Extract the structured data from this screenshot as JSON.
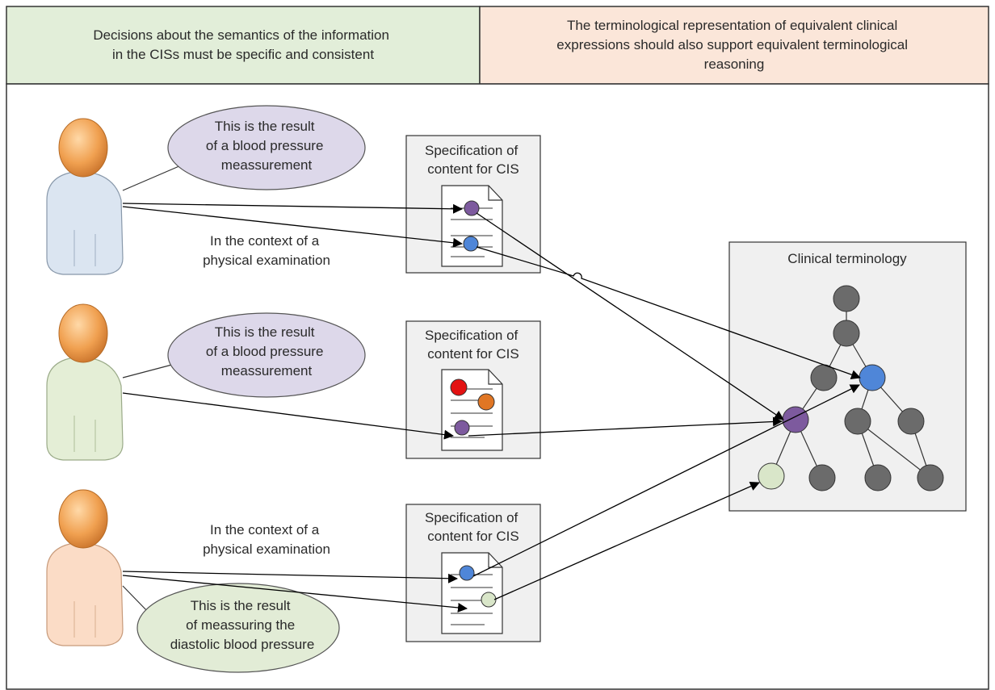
{
  "header": {
    "left_lines": [
      "Decisions about the semantics of the information",
      "in the CISs must be specific and consistent"
    ],
    "right_lines": [
      "The terminological representation of equivalent clinical",
      "expressions should also support equivalent terminological",
      "reasoning"
    ],
    "left_color": "#e2eed9",
    "right_color": "#fbe6d9"
  },
  "persons": [
    {
      "color": "#dbe5f1",
      "bubble_lines": [
        "This is the result",
        "of a blood pressure",
        "meassurement"
      ],
      "bubble_color": "#ddd8ea",
      "context_lines": [
        "In the context of a",
        "physical examination"
      ]
    },
    {
      "color": "#e4eed6",
      "bubble_lines": [
        "This is the result",
        "of a blood pressure",
        "meassurement"
      ],
      "bubble_color": "#ddd8ea",
      "context_lines": []
    },
    {
      "color": "#fbdcc6",
      "bubble_lines": [
        "This is the result",
        "of meassuring the",
        "diastolic blood pressure"
      ],
      "bubble_color": "#e2ecd6",
      "context_lines": [
        "In the context of a",
        "physical examination"
      ]
    }
  ],
  "spec_boxes": [
    {
      "lines": [
        "Specification of",
        "content for CIS"
      ],
      "node_colors": [
        "#7d5a9e",
        "#4f86d8"
      ]
    },
    {
      "lines": [
        "Specification of",
        "content for CIS"
      ],
      "node_colors": [
        "#e31212",
        "#e07624",
        "#7d5a9e"
      ]
    },
    {
      "lines": [
        "Specification of",
        "content for CIS"
      ],
      "node_colors": [
        "#4f86d8",
        "#d9e6c9"
      ]
    }
  ],
  "terminology": {
    "title": "Clinical terminology",
    "node_color": "#6b6b6b",
    "purple_node_color": "#7d5a9e",
    "blue_node_color": "#4f86d8",
    "green_node_color": "#d9e6c9"
  }
}
